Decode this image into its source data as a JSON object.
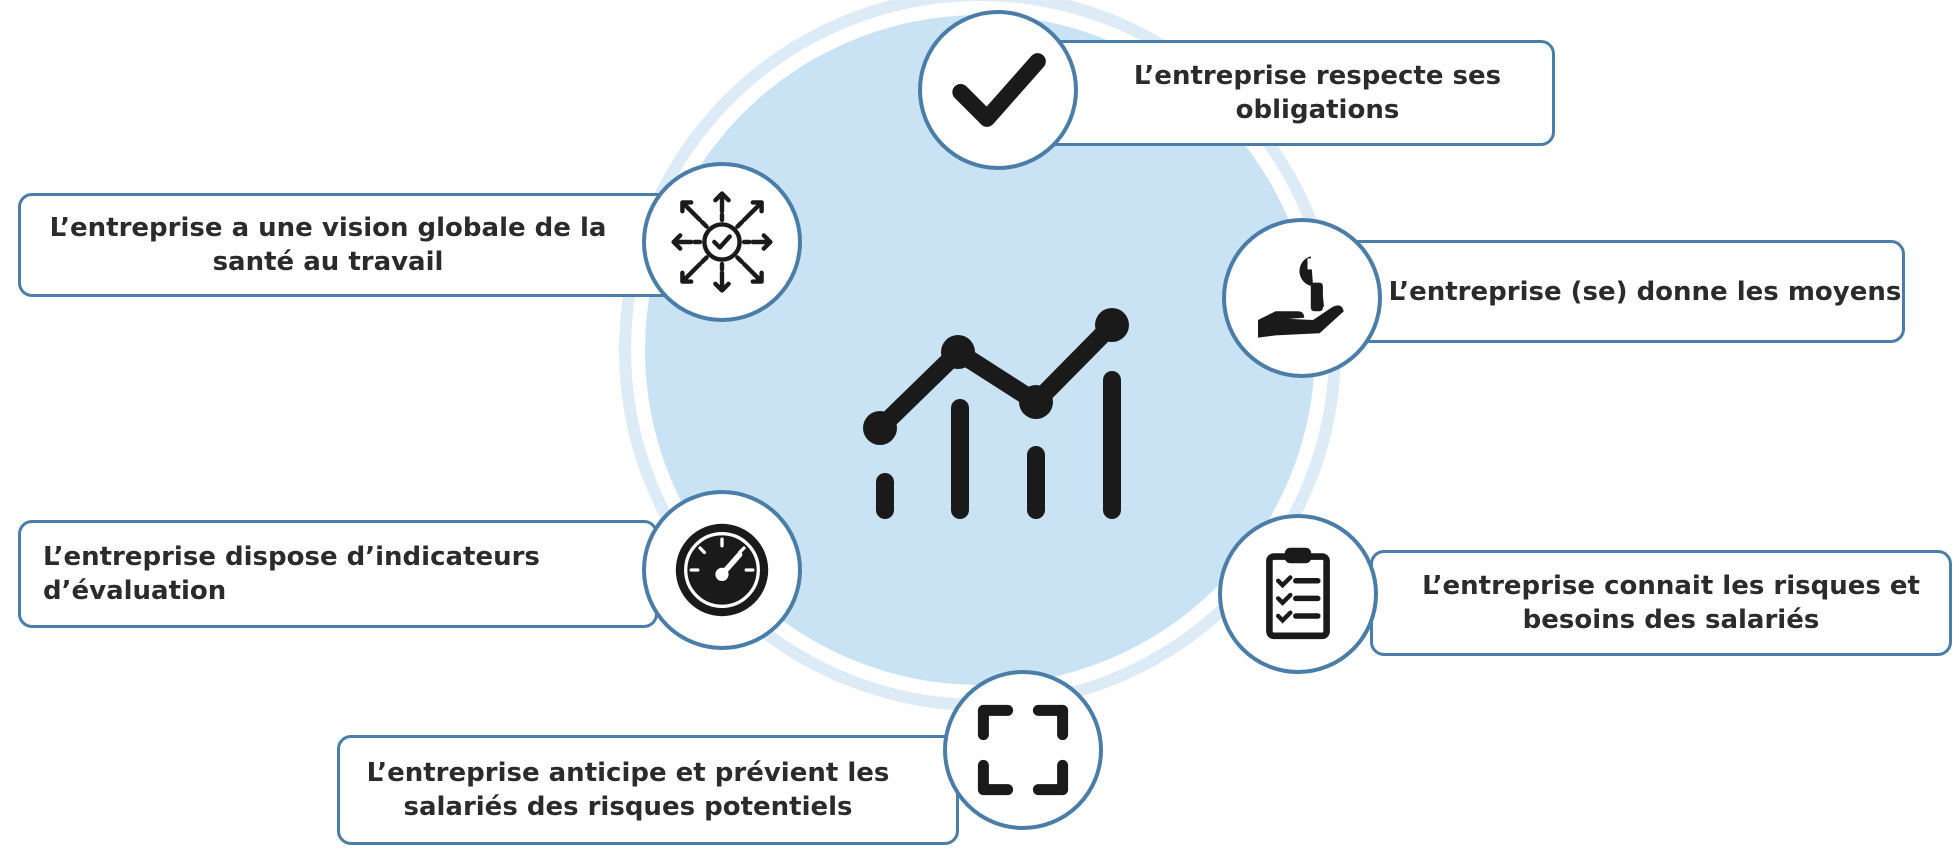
{
  "items": [
    {
      "id": "obligations",
      "icon": "checkmark-icon",
      "label": "L’entreprise respecte ses obligations"
    },
    {
      "id": "moyens",
      "icon": "hand-wrench-icon",
      "label": "L’entreprise (se) donne les moyens"
    },
    {
      "id": "risques",
      "icon": "clipboard-checklist-icon",
      "label": "L’entreprise connait les risques et besoins des salariés"
    },
    {
      "id": "anticipe",
      "icon": "focus-frame-icon",
      "label": "L’entreprise anticipe et prévient les salariés des risques potentiels"
    },
    {
      "id": "indicateurs",
      "icon": "gauge-icon",
      "label": "L’entreprise dispose d’indicateurs d’évaluation"
    },
    {
      "id": "vision",
      "icon": "gear-arrows-check-icon",
      "label": "L’entreprise a une vision globale de la santé au travail"
    }
  ],
  "center": {
    "icon": "analytics-chart-icon"
  },
  "colors": {
    "accent": "#4a7ea8",
    "center_fill": "#c9e3f4",
    "ring": "#dcebf6",
    "ink": "#1a1a1a"
  }
}
